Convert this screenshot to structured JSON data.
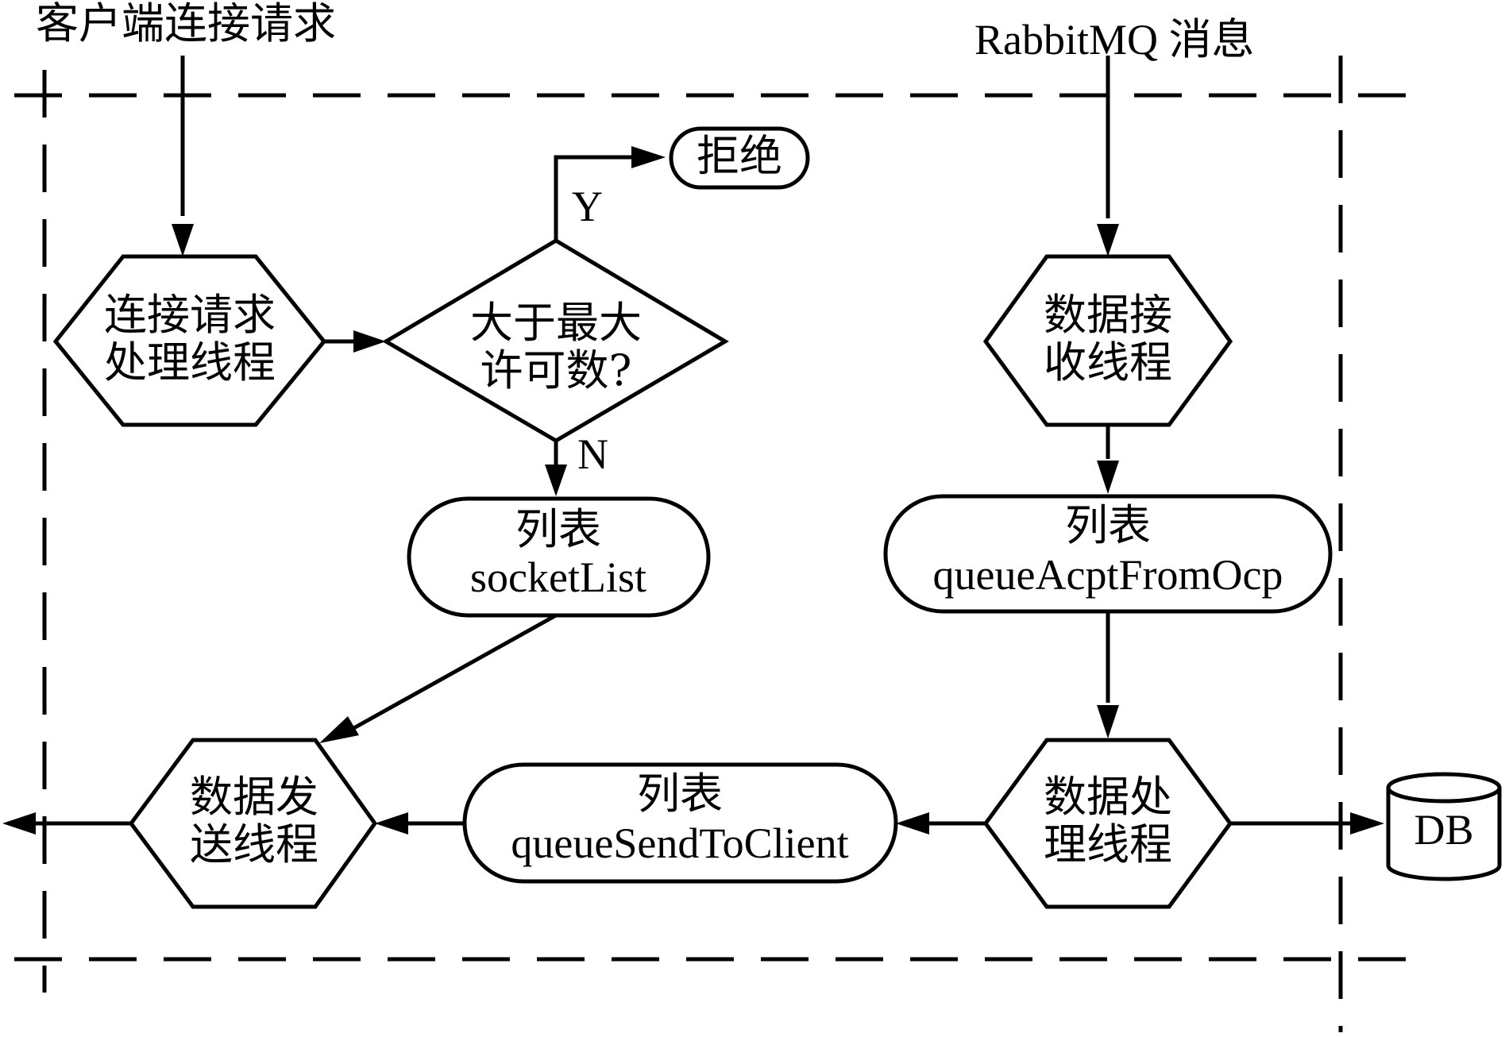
{
  "inputs": {
    "client_request": "客户端连接请求",
    "rabbitmq_message": "RabbitMQ 消息"
  },
  "nodes": {
    "conn_handler": {
      "line1": "连接请求",
      "line2": "处理线程"
    },
    "max_check": {
      "line1": "大于最大",
      "line2": "许可数?"
    },
    "reject": {
      "label": "拒绝"
    },
    "socket_list": {
      "line1": "列表",
      "line2": "socketList"
    },
    "data_recv": {
      "line1": "数据接",
      "line2": "收线程"
    },
    "queue_acpt": {
      "line1": "列表",
      "line2": "queueAcptFromOcp"
    },
    "data_proc": {
      "line1": "数据处",
      "line2": "理线程"
    },
    "queue_send": {
      "line1": "列表",
      "line2": "queueSendToClient"
    },
    "data_send": {
      "line1": "数据发",
      "line2": "送线程"
    },
    "db": {
      "label": "DB"
    }
  },
  "edges": {
    "yes_label": "Y",
    "no_label": "N"
  }
}
